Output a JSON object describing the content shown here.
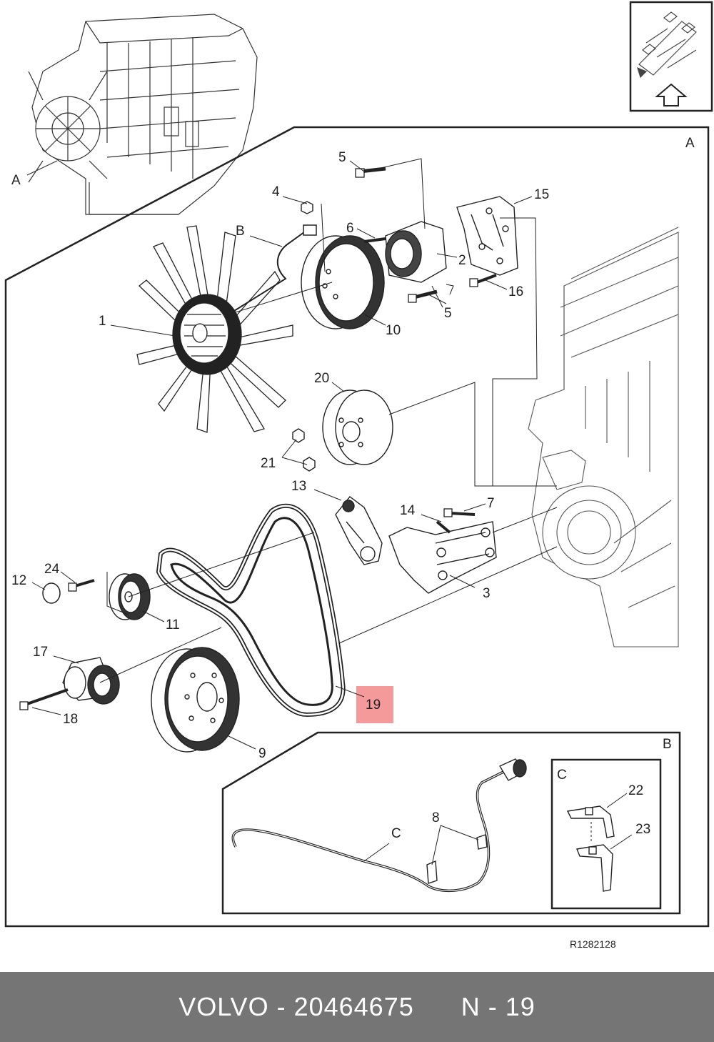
{
  "diagram": {
    "view_labels": {
      "overview": "A",
      "main": "A",
      "inset_b": "B",
      "inset_c": "C"
    },
    "callouts": {
      "fan": "1",
      "bracket_2": "2",
      "bracket_3": "3",
      "nut_4": "4",
      "bolt_5_top": "5",
      "bolt_5_bottom": "5",
      "bolt_6": "6",
      "bolt_7": "7",
      "sensor_8": "8",
      "crank_pulley": "9",
      "fan_pulley": "10",
      "idler_11": "11",
      "cap_12": "12",
      "tensioner_13": "13",
      "bolt_14": "14",
      "bracket_15": "15",
      "bolt_16": "16",
      "tensioner_17": "17",
      "bolt_18": "18",
      "belt": "19",
      "pump_pulley": "20",
      "bolts_21": "21",
      "clip_22": "22",
      "clip_23": "23",
      "bolt_24": "24",
      "harness_b": "B",
      "cable_c": "C"
    },
    "reference_code": "R1282128",
    "highlight_color": "#f59a9a"
  },
  "footer": {
    "brand": "VOLVO",
    "part_number": "20464675",
    "position_text": "N - 19",
    "background": "#757575"
  }
}
